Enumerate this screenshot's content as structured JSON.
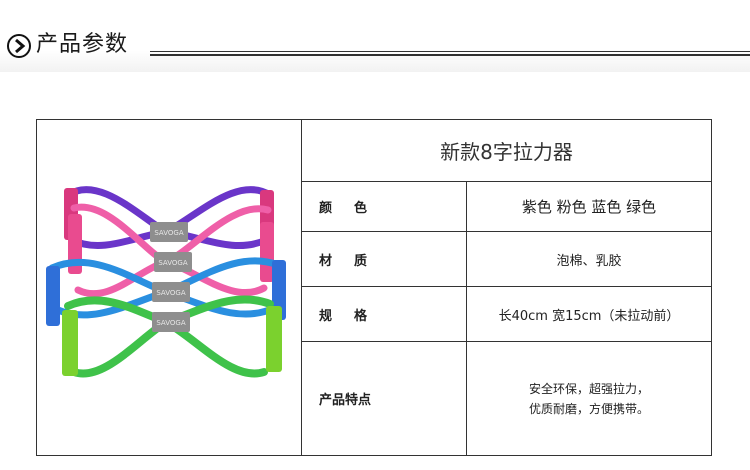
{
  "header": {
    "title": "产品参数",
    "icon": "chevron-right-circle-icon"
  },
  "product_image": {
    "brand_labels": [
      "SAVOGA",
      "SAVOGA",
      "SAVOGA",
      "SAVOGA"
    ],
    "band_colors": [
      "#6a35c9",
      "#ef5fa8",
      "#2a8fe0",
      "#3fc24a"
    ],
    "handle_colors": [
      "#d9387e",
      "#e94b8f",
      "#2f6fd8",
      "#7bd12e"
    ]
  },
  "table": {
    "product_name": "新款8字拉力器",
    "rows": [
      {
        "label": "颜色",
        "value": "紫色 粉色 蓝色 绿色"
      },
      {
        "label": "材质",
        "value": "泡棉、乳胶"
      },
      {
        "label": "规格",
        "value": "长40cm 宽15cm（未拉动前）"
      },
      {
        "label": "产品特点",
        "value_lines": [
          "安全环保，超强拉力，",
          "优质耐磨，方便携带。"
        ]
      }
    ]
  }
}
